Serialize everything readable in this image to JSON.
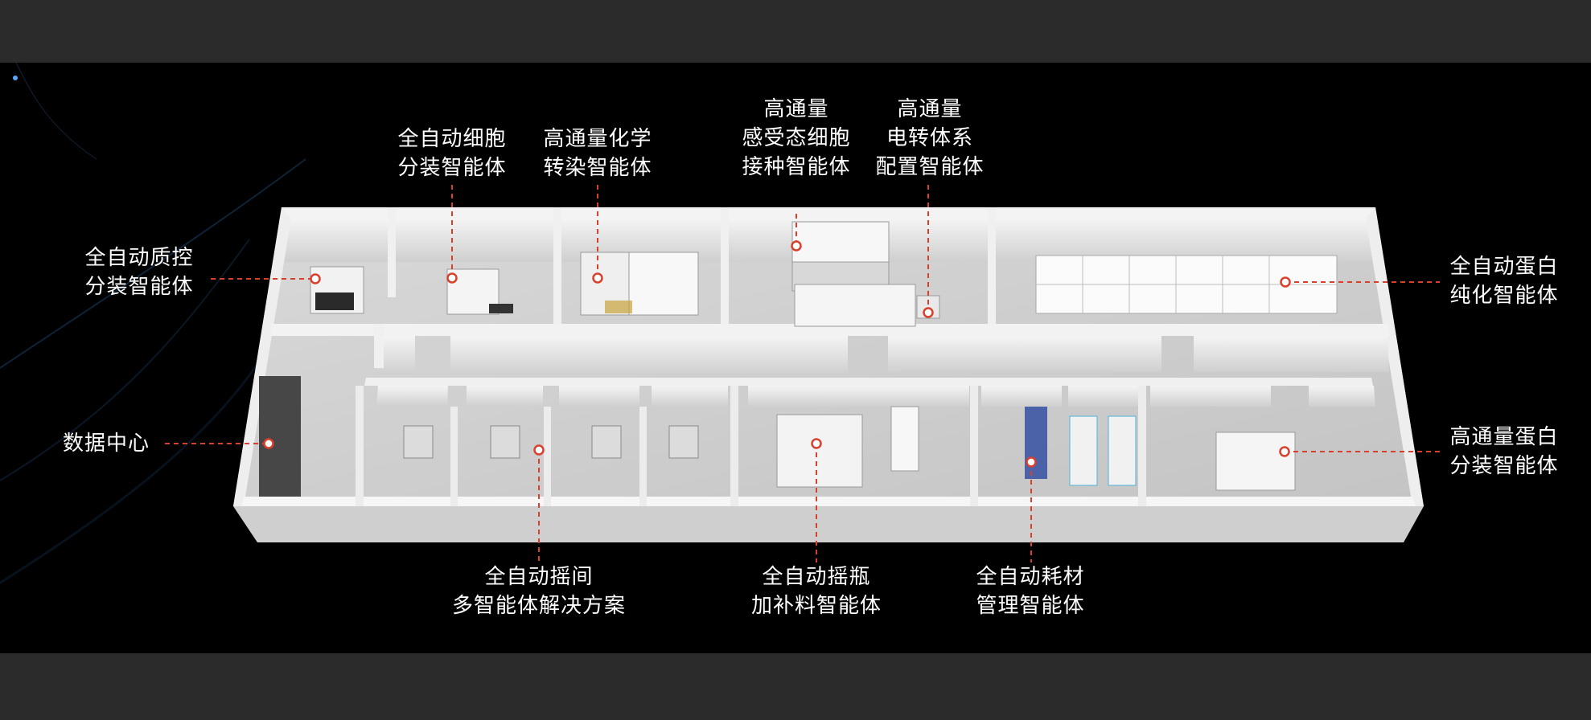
{
  "colors": {
    "background": "#000000",
    "frame": "#2b2b2b",
    "leader": "#d9402b",
    "label_text": "#ffffff",
    "wall": "#e9e9e9",
    "floor": "#d2d2d2"
  },
  "labels": {
    "qc_dispense": [
      "全自动质控",
      "分装智能体"
    ],
    "cell_dispense": [
      "全自动细胞",
      "分装智能体"
    ],
    "chem_transfection": [
      "高通量化学",
      "转染智能体"
    ],
    "competent_cell": [
      "高通量",
      "感受态细胞",
      "接种智能体"
    ],
    "electro_system": [
      "高通量",
      "电转体系",
      "配置智能体"
    ],
    "protein_purify": [
      "全自动蛋白",
      "纯化智能体"
    ],
    "data_center": [
      "数据中心"
    ],
    "protein_dispense": [
      "高通量蛋白",
      "分装智能体"
    ],
    "shaker_room": [
      "全自动摇间",
      "多智能体解决方案"
    ],
    "shake_flask": [
      "全自动摇瓶",
      "加补料智能体"
    ],
    "consumables": [
      "全自动耗材",
      "管理智能体"
    ]
  }
}
